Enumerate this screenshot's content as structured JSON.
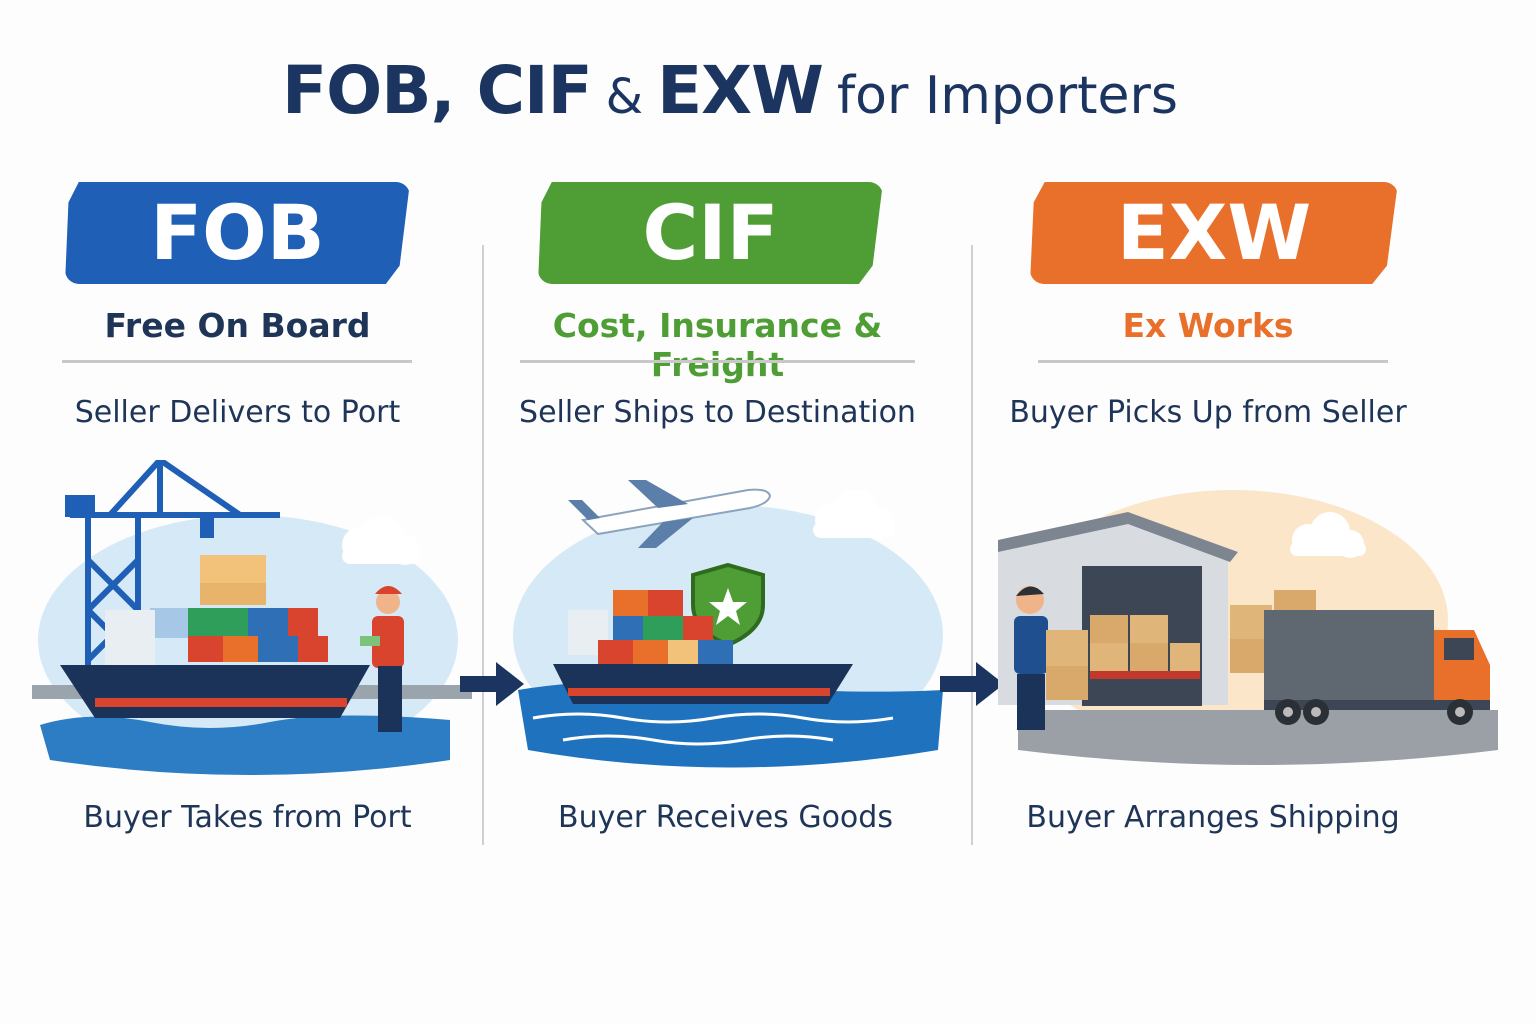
{
  "title": {
    "part1": "FOB, CIF",
    "amp": "&",
    "part2": "EXW",
    "part3": "for Importers"
  },
  "columns": [
    {
      "code": "FOB",
      "full_name": "Free On Board",
      "description": "Seller Delivers to Port",
      "footer": "Buyer Takes from Port",
      "banner_color": "#1f5fb5",
      "name_color": "#1f3558",
      "illustration": "cargo-ship-at-port-with-crane-and-dock-worker"
    },
    {
      "code": "CIF",
      "full_name": "Cost, Insurance & Freight",
      "description": "Seller Ships to Destination",
      "footer": "Buyer Receives Goods",
      "banner_color": "#4f9d35",
      "name_color": "#4f9d35",
      "illustration": "container-ship-at-sea-with-airplane-and-shield"
    },
    {
      "code": "EXW",
      "full_name": "Ex Works",
      "description": "Buyer Picks Up from Seller",
      "footer": "Buyer Arranges Shipping",
      "banner_color": "#e8702a",
      "name_color": "#e8702a",
      "illustration": "warehouse-with-boxes-truck-and-buyer"
    }
  ],
  "arrow_color": "#1c3560"
}
